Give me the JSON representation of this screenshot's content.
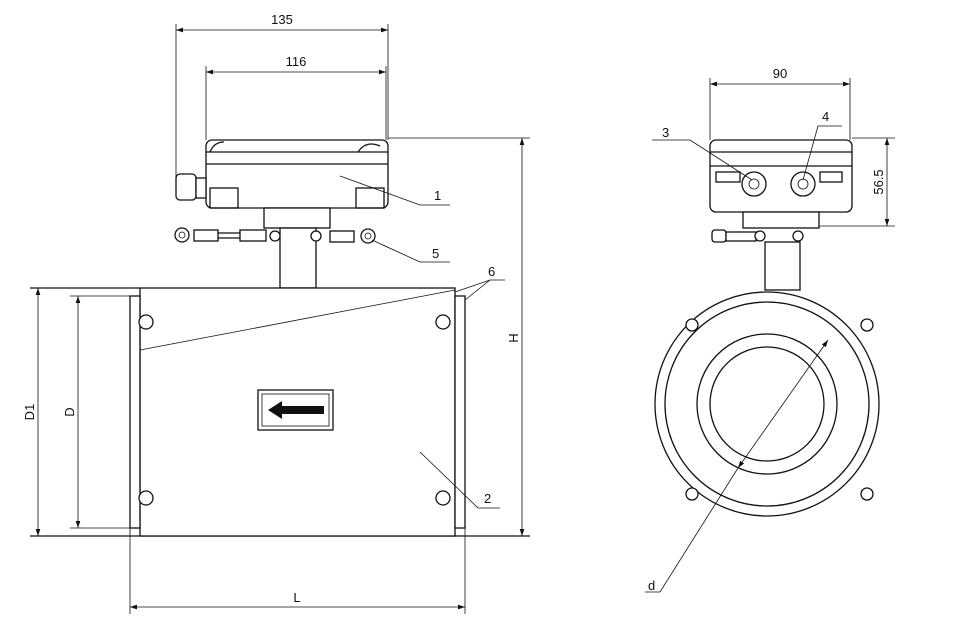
{
  "dimensions": {
    "housing_width_total": "135",
    "housing_width": "116",
    "side_width": "90",
    "side_height": "56.5",
    "overall_height": "H",
    "flange_diameter": "D1",
    "pipe_diameter": "D",
    "length": "L",
    "bore_diameter": "d"
  },
  "callouts": [
    "1",
    "2",
    "3",
    "4",
    "5",
    "6"
  ]
}
